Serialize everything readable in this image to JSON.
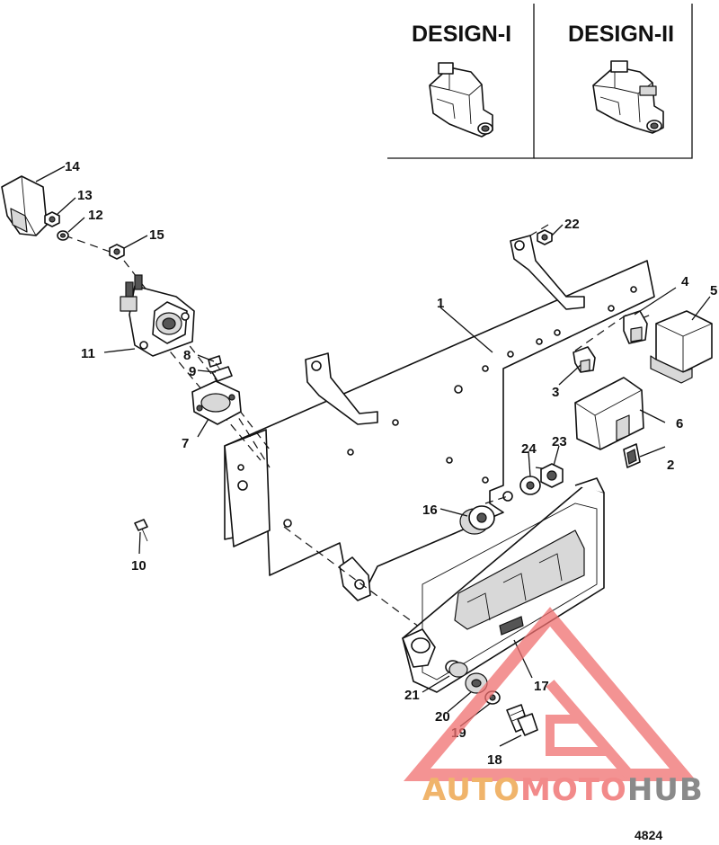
{
  "design_labels": {
    "design_1": "DESIGN-I",
    "design_2": "DESIGN-II"
  },
  "callouts": {
    "c1": "1",
    "c2": "2",
    "c3": "3",
    "c4": "4",
    "c5": "5",
    "c6": "6",
    "c7": "7",
    "c8": "8",
    "c9": "9",
    "c10": "10",
    "c11": "11",
    "c12": "12",
    "c13": "13",
    "c14": "14",
    "c15": "15",
    "c16": "16",
    "c17": "17",
    "c18": "18",
    "c19": "19",
    "c20": "20",
    "c21": "21",
    "c22": "22",
    "c23": "23",
    "c24": "24"
  },
  "figure_number": "4824",
  "watermark": {
    "part1": "AUTO",
    "part2": "MOTO",
    "part3": "HUB",
    "colors": {
      "auto": "#f0b46b",
      "moto": "#f28a8a",
      "hub": "#8a8a8a",
      "triangle": "#f06f6f"
    }
  }
}
